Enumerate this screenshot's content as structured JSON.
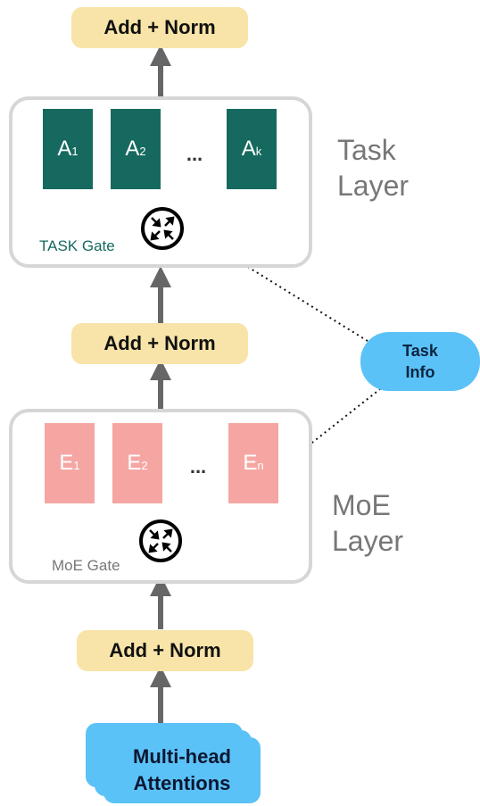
{
  "top_norm": "Add + Norm",
  "middle_norm": "Add + Norm",
  "bottom_norm": "Add + Norm",
  "task_layer": {
    "label_line1": "Task",
    "label_line2": "Layer",
    "gate_label": "TASK Gate",
    "cells": [
      {
        "base": "A",
        "sub": "1"
      },
      {
        "base": "A",
        "sub": "2"
      },
      {
        "base": "A",
        "sub": "k"
      }
    ],
    "ellipsis": "..."
  },
  "moe_layer": {
    "label_line1": "MoE",
    "label_line2": "Layer",
    "gate_label": "MoE Gate",
    "cells": [
      {
        "base": "E",
        "sub": "1"
      },
      {
        "base": "E",
        "sub": "2"
      },
      {
        "base": "E",
        "sub": "n"
      }
    ],
    "ellipsis": "..."
  },
  "task_info": {
    "line1": "Task",
    "line2": "Info"
  },
  "input": {
    "line1": "Multi-head",
    "line2": "Attentions"
  },
  "colors": {
    "norm_fill": "#f8e4a8",
    "adapter_fill": "#16695f",
    "expert_fill": "#f5a6a3",
    "task_info_fill": "#5bc2f7",
    "arrow": "#666666",
    "box_border": "#d6d6d6",
    "task_gate_text": "#16695f",
    "moe_gate_text": "#777777"
  }
}
